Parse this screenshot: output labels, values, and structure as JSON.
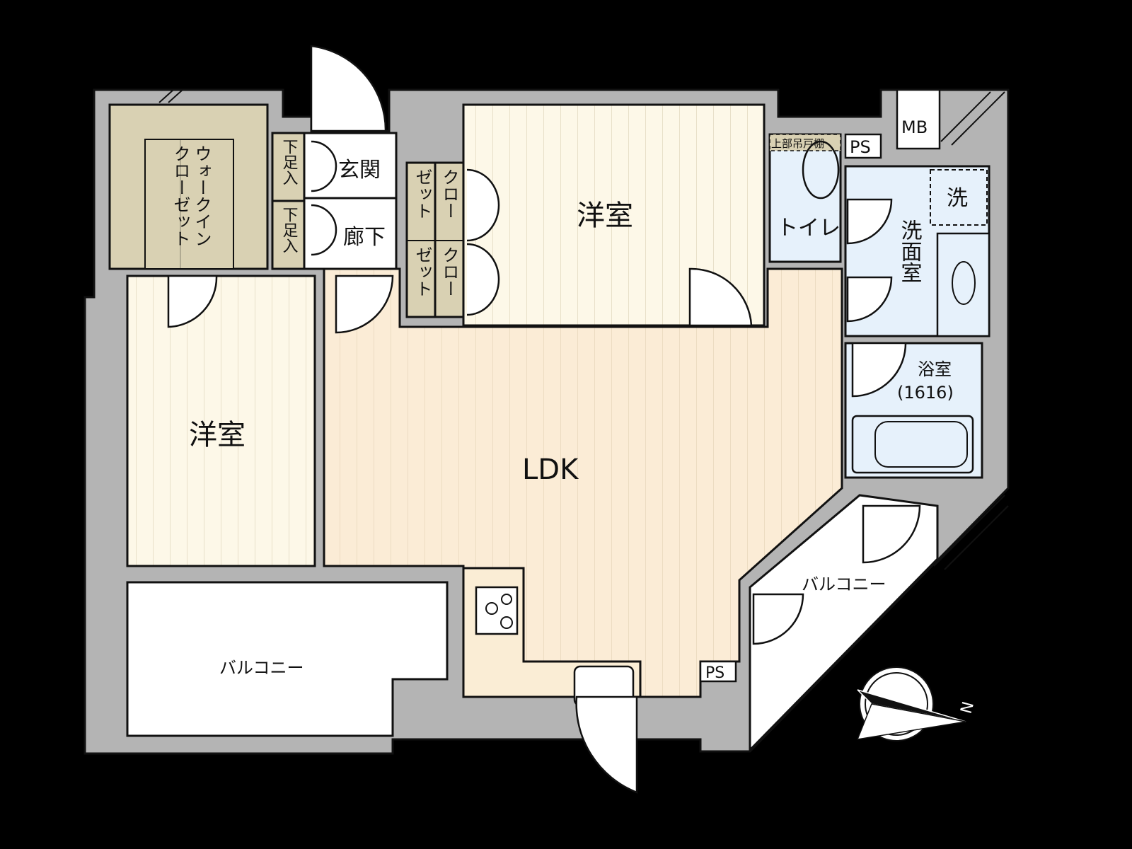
{
  "plan": {
    "rooms": {
      "wic": "ウォークインクローゼット",
      "wic_line1": "ウォークイン",
      "wic_line2": "クローゼット",
      "shoe1": "下足入",
      "shoe2": "下足入",
      "entrance": "玄関",
      "hallway": "廊下",
      "closet1_line1": "クロー",
      "closet1_line2": "ゼット",
      "closet2_line1": "クロー",
      "closet2_line2": "ゼット",
      "bedroom_north": "洋室",
      "bedroom_west": "洋室",
      "ldk": "LDK",
      "toilet": "トイレ",
      "upper_cabinet": "上部吊戸棚",
      "ps_top": "PS",
      "mb": "MB",
      "washer": "洗",
      "washroom": "洗面室",
      "bath": "浴室",
      "bath_size": "(1616)",
      "balcony_right": "バルコニー",
      "balcony_left": "バルコニー",
      "ps_bottom": "PS"
    },
    "compass_label": "N",
    "colors": {
      "background": "#000000",
      "wall": "#b4b4b4",
      "floor_wood": "#fdf8e8",
      "floor_ldk": "#fbecd6",
      "storage": "#d9d1b3",
      "wet_area": "#e6f1fb",
      "balcony": "#ffffff"
    }
  }
}
